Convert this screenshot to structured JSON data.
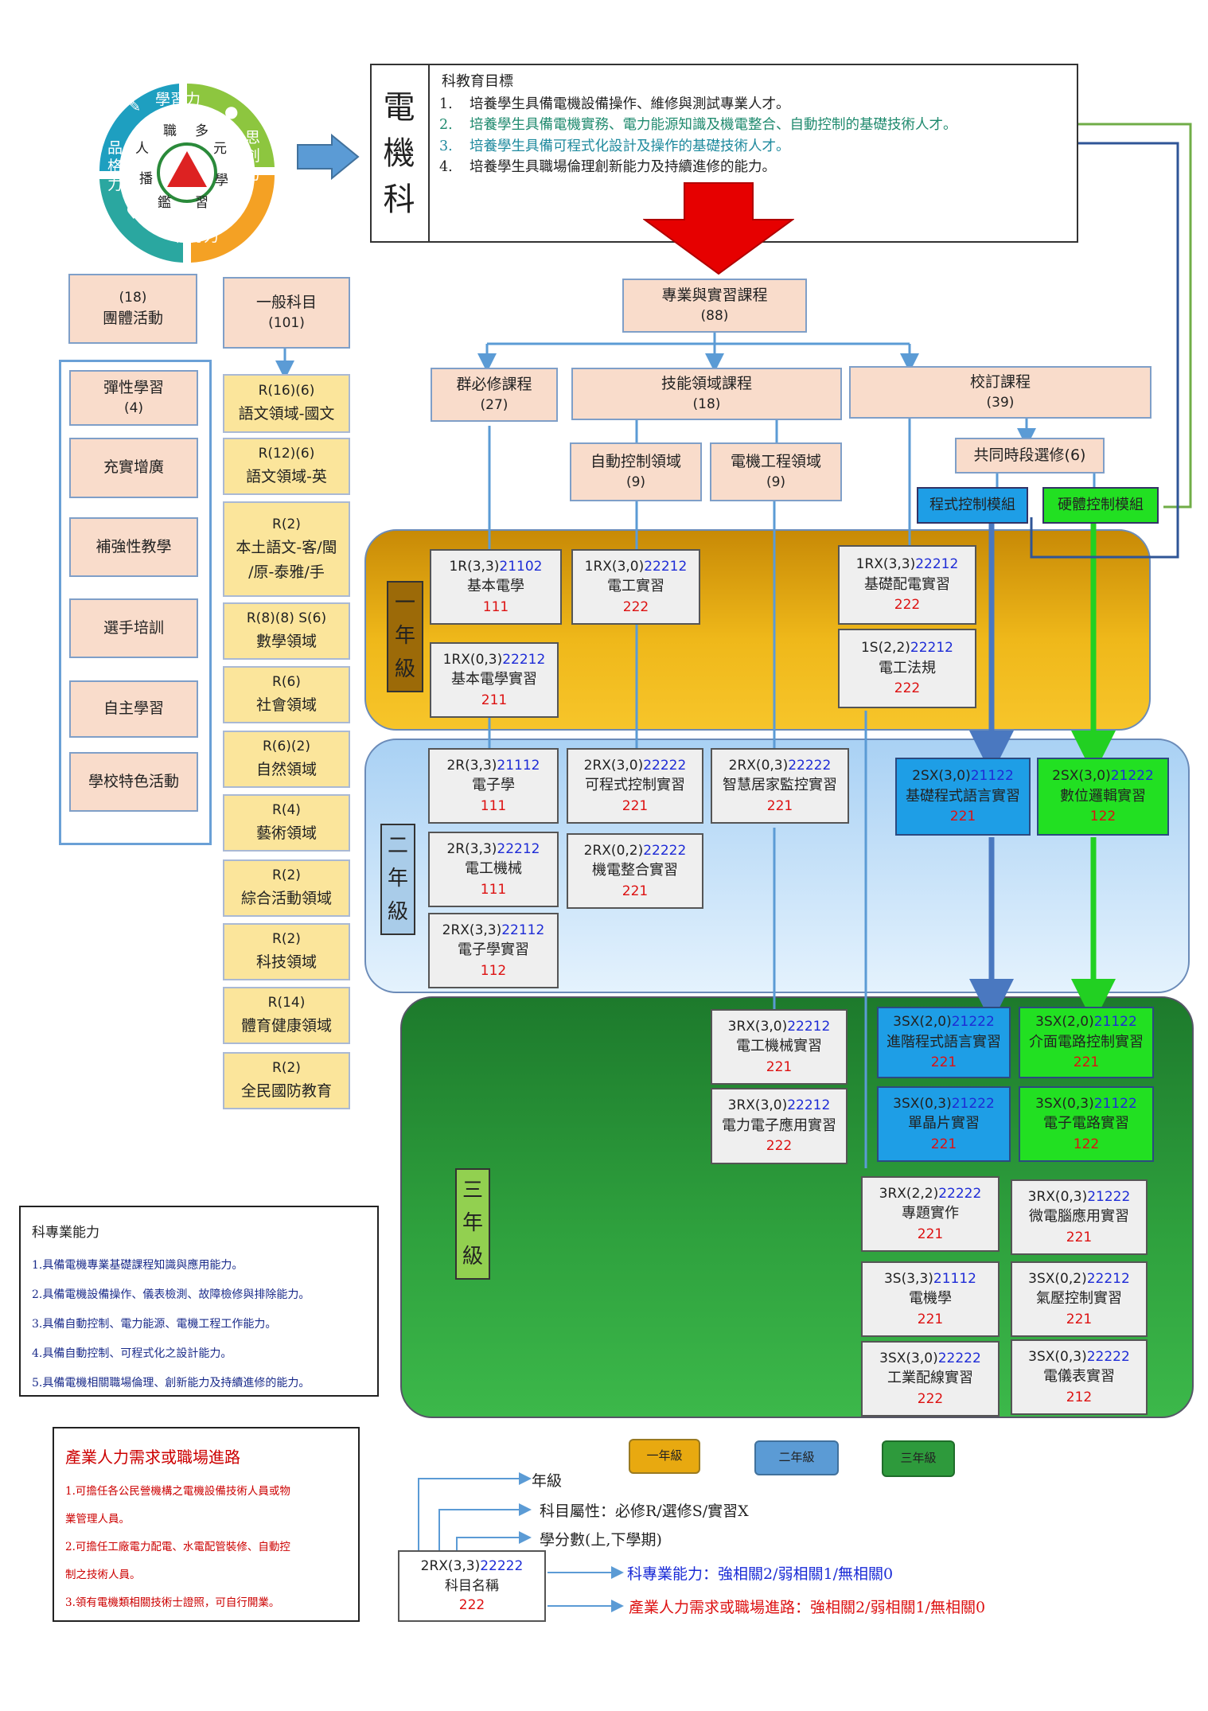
{
  "dept": {
    "chars": [
      "電",
      "機",
      "科"
    ]
  },
  "goals": {
    "title": "科教育目標",
    "items": [
      {
        "num": "1.",
        "text": "培養學生具備電機設備操作、維修與測試專業人才。",
        "color": "#222"
      },
      {
        "num": "2.",
        "text": "培養學生具備電機實務、電力能源知識及機電整合、自動控制的基礎技術人才。",
        "color": "#1f8a6e"
      },
      {
        "num": "3.",
        "text": "培養學生具備可程式化設計及操作的基礎技術人才。",
        "color": "#1f8a9e"
      },
      {
        "num": "4.",
        "text": "培養學生具職場倫理創新能力及持續進修的能力。",
        "color": "#222"
      }
    ]
  },
  "logo": {
    "arcs": [
      "學習力",
      "思創力",
      "執行力",
      "品格力"
    ],
    "inner": [
      "職",
      "多",
      "元",
      "學",
      "習",
      "鑑",
      "播",
      "人"
    ],
    "icons": [
      "pencil-icon",
      "bulb-icon",
      "gear-icon",
      "heart-icon"
    ]
  },
  "left": {
    "group": {
      "count": "(18)",
      "label": "團體活動"
    },
    "general": {
      "label": "一般科目",
      "count": "(101)"
    },
    "flex": [
      {
        "l1": "彈性學習",
        "l2": "(4)"
      },
      {
        "l1": "充實增廣",
        "l2": ""
      },
      {
        "l1": "補強性教學",
        "l2": ""
      },
      {
        "l1": "選手培訓",
        "l2": ""
      },
      {
        "l1": "自主學習",
        "l2": ""
      },
      {
        "l1": "學校特色活動",
        "l2": ""
      }
    ],
    "subjects": [
      {
        "l1": "R(16)(6)",
        "l2": "語文領域-國文"
      },
      {
        "l1": "R(12)(6)",
        "l2": "語文領域-英"
      },
      {
        "l1": "R(2)",
        "l2": "本土語文-客/閩",
        "l3": "/原-泰雅/手"
      },
      {
        "l1": "R(8)(8) S(6)",
        "l2": "數學領域"
      },
      {
        "l1": "R(6)",
        "l2": "社會領域"
      },
      {
        "l1": "R(6)(2)",
        "l2": "自然領域"
      },
      {
        "l1": "R(4)",
        "l2": "藝術領域"
      },
      {
        "l1": "R(2)",
        "l2": "綜合活動領域"
      },
      {
        "l1": "R(2)",
        "l2": "科技領域"
      },
      {
        "l1": "R(14)",
        "l2": "體育健康領域"
      },
      {
        "l1": "R(2)",
        "l2": "全民國防教育"
      }
    ]
  },
  "pro": {
    "label": "專業與實習課程",
    "count": "(88)"
  },
  "groups": [
    {
      "label": "群必修課程",
      "count": "(27)"
    },
    {
      "label": "技能領域課程",
      "count": "(18)"
    },
    {
      "label": "校訂課程",
      "count": "(39)"
    }
  ],
  "domains": [
    {
      "label": "自動控制領域",
      "count": "(9)"
    },
    {
      "label": "電機工程領域",
      "count": "(9)"
    }
  ],
  "elective": {
    "label": "共同時段選修(6)"
  },
  "modules": [
    {
      "label": "程式控制模組"
    },
    {
      "label": "硬體控制模組"
    }
  ],
  "years": [
    {
      "label": [
        "一",
        "年",
        "級"
      ]
    },
    {
      "label": [
        "二",
        "年",
        "級"
      ]
    },
    {
      "label": [
        "三",
        "年",
        "級"
      ]
    }
  ],
  "courses": {
    "c1": {
      "code": "1R(3,3)",
      "num": "21102",
      "name": "基本電學",
      "rel": "111"
    },
    "c2": {
      "code": "1RX(0,3)",
      "num": "22212",
      "name": "基本電學實習",
      "rel": "211"
    },
    "c3": {
      "code": "1RX(3,0)",
      "num": "22212",
      "name": "電工實習",
      "rel": "222"
    },
    "c4": {
      "code": "1RX(3,3)",
      "num": "22212",
      "name": "基礎配電實習",
      "rel": "222"
    },
    "c5": {
      "code": "1S(2,2)",
      "num": "22212",
      "name": "電工法規",
      "rel": "222"
    },
    "c6": {
      "code": "2R(3,3)",
      "num": "21112",
      "name": "電子學",
      "rel": "111"
    },
    "c7": {
      "code": "2R(3,3)",
      "num": "22212",
      "name": "電工機械",
      "rel": "111"
    },
    "c8": {
      "code": "2RX(3,3)",
      "num": "22112",
      "name": "電子學實習",
      "rel": "112"
    },
    "c9": {
      "code": "2RX(3,0)",
      "num": "22222",
      "name": "可程式控制實習",
      "rel": "221"
    },
    "c10": {
      "code": "2RX(0,2)",
      "num": "22222",
      "name": "機電整合實習",
      "rel": "221"
    },
    "c11": {
      "code": "2RX(0,3)",
      "num": "22222",
      "name": "智慧居家監控實習",
      "rel": "221"
    },
    "c12": {
      "code": "2SX(3,0)",
      "num": "21122",
      "name": "基礎程式語言實習",
      "rel": "221"
    },
    "c13": {
      "code": "2SX(3,0)",
      "num": "21222",
      "name": "數位邏輯實習",
      "rel": "122"
    },
    "c14": {
      "code": "3RX(3,0)",
      "num": "22212",
      "name": "電工機械實習",
      "rel": "221"
    },
    "c15": {
      "code": "3RX(3,0)",
      "num": "22212",
      "name": "電力電子應用實習",
      "rel": "222"
    },
    "c16": {
      "code": "3SX(2,0)",
      "num": "21222",
      "name": "進階程式語言實習",
      "rel": "221"
    },
    "c17": {
      "code": "3SX(0,3)",
      "num": "21222",
      "name": "單晶片實習",
      "rel": "221"
    },
    "c18": {
      "code": "3SX(2,0)",
      "num": "21122",
      "name": "介面電路控制實習",
      "rel": "221"
    },
    "c19": {
      "code": "3SX(0,3)",
      "num": "21122",
      "name": "電子電路實習",
      "rel": "122"
    },
    "c20": {
      "code": "3RX(2,2)",
      "num": "22222",
      "name": "專題實作",
      "rel": "221"
    },
    "c21": {
      "code": "3RX(0,3)",
      "num": "21222",
      "name": "微電腦應用實習",
      "rel": "221"
    },
    "c22": {
      "code": "3S(3,3)",
      "num": "21112",
      "name": "電機學",
      "rel": "221"
    },
    "c23": {
      "code": "3SX(0,2)",
      "num": "22212",
      "name": "氣壓控制實習",
      "rel": "221"
    },
    "c24": {
      "code": "3SX(3,0)",
      "num": "22222",
      "name": "工業配線實習",
      "rel": "222"
    },
    "c25": {
      "code": "3SX(0,3)",
      "num": "22222",
      "name": "電儀表實習",
      "rel": "212"
    }
  },
  "ability": {
    "title": "科專業能力",
    "items": [
      "1.具備電機專業基礎課程知識與應用能力。",
      "2.具備電機設備操作、儀表檢測、故障檢修與排除能力。",
      "3.具備自動控制、電力能源、電機工程工作能力。",
      "4.具備自動控制、可程式化之設計能力。",
      "5.具備電機相關職場倫理、創新能力及持續進修的能力。"
    ]
  },
  "career": {
    "title": "產業人力需求或職場進路",
    "lines": [
      "1.可擔任各公民營機構之電機設備技術人員或物",
      "業管理人員。",
      "2.可擔任工廠電力配電、水電配管裝修、自動控",
      "制之技術人員。",
      "3.領有電機類相關技術士證照，可自行開業。"
    ]
  },
  "legend": {
    "years": [
      {
        "label": "一年級",
        "color": "#e8a910"
      },
      {
        "label": "二年級",
        "color": "#5b9bd5"
      },
      {
        "label": "三年級",
        "color": "#2e9a3c"
      }
    ],
    "sample": {
      "code": "2RX(3,3)",
      "num": "22222",
      "name": "科目名稱",
      "rel": "222"
    },
    "notes": [
      "年級",
      "科目屬性：必修R/選修S/實習X",
      "學分數(上,下學期)"
    ],
    "ability_note": "科專業能力：強相關2/弱相關1/無相關0",
    "career_note": "產業人力需求或職場進路：強相關2/弱相關1/無相關0"
  },
  "colors": {
    "peach": "#f9dccb",
    "yellow": "#fbe59b",
    "year1": "#e8a910",
    "year2": "#cfe6fa",
    "year3": "#1f8f34",
    "module_blue": "#1e9ee6",
    "module_green": "#22e022",
    "red_arrow": "#e60000"
  }
}
